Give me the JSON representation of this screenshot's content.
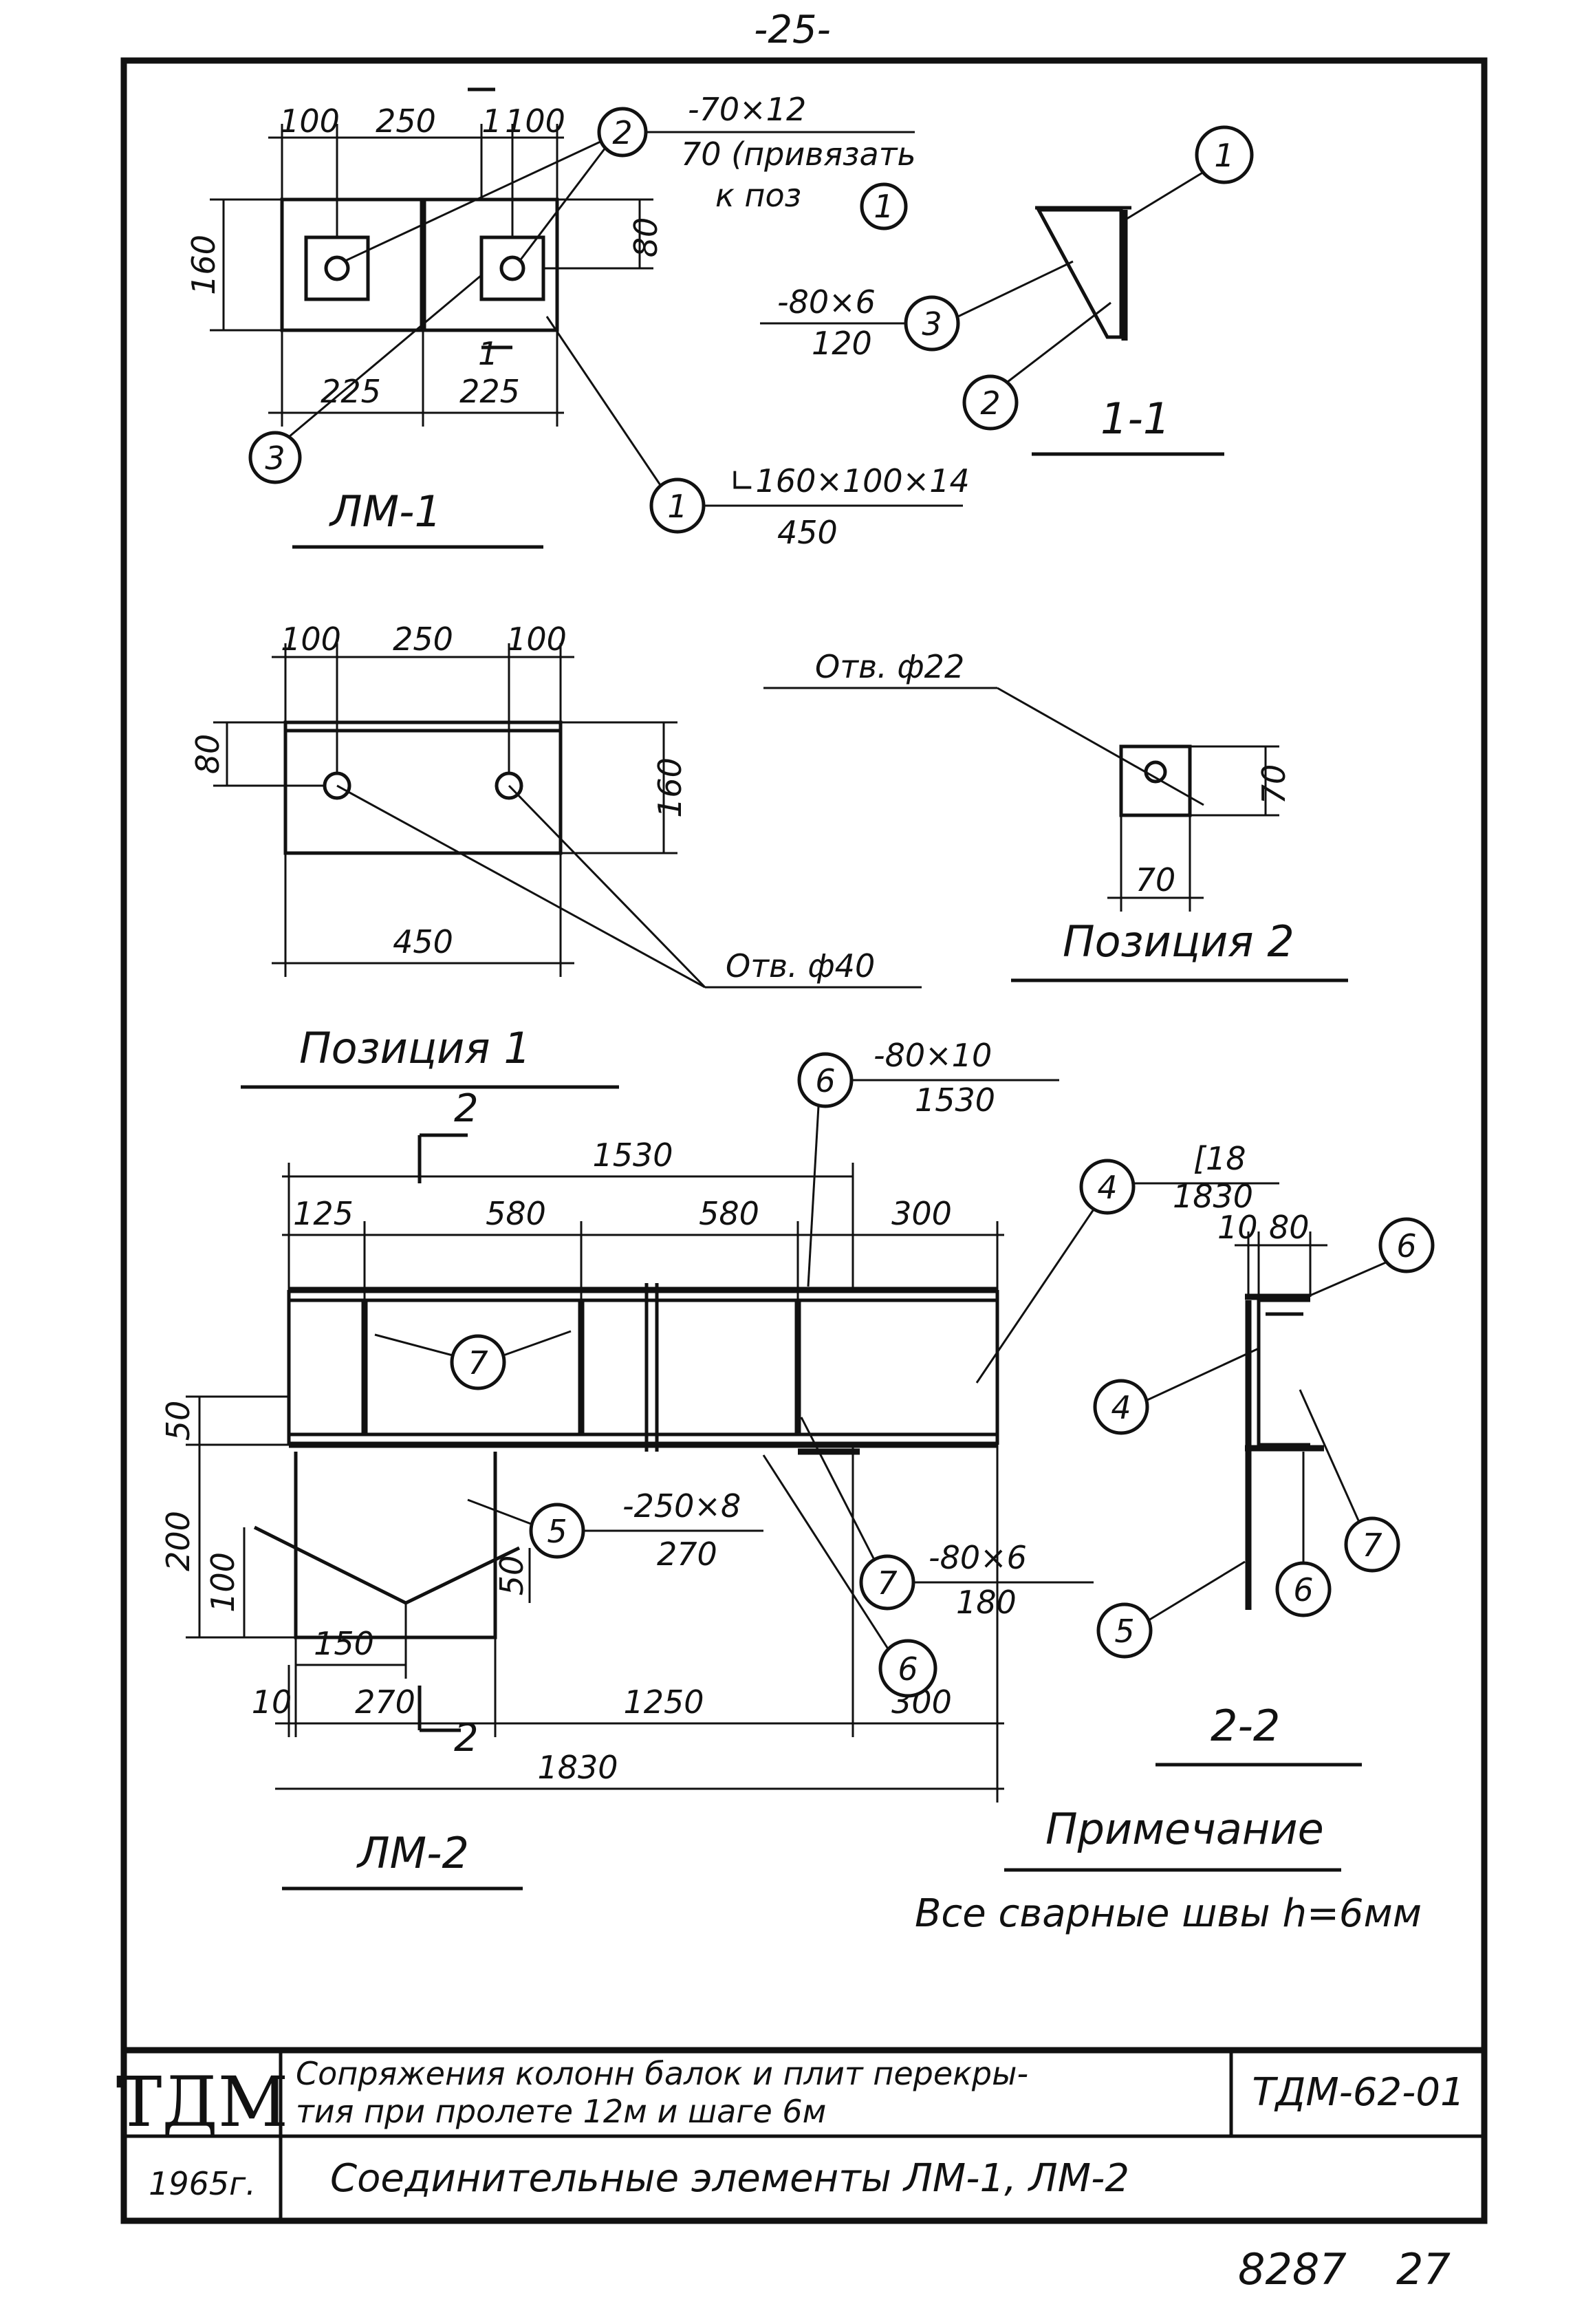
{
  "page_number": "-25-",
  "lm1": {
    "title": "ЛМ-1",
    "dim_top": [
      "100",
      "250",
      "1",
      "100"
    ],
    "dim_left": "160",
    "dim_right": "80",
    "dim_bottom": [
      "225",
      "225"
    ],
    "plate_spec": "-70×12",
    "plate_note_1": "70 (привязать",
    "plate_note_2": "к поз",
    "plate_note_ref": "1",
    "angle_spec": "∟160×100×14",
    "angle_len": "450",
    "bubbles": [
      "2",
      "3",
      "1"
    ],
    "section_mark": "1"
  },
  "section_1_1": {
    "title": "1-1",
    "spec": "-80×6",
    "len": "120",
    "bubbles": [
      "1",
      "3",
      "2"
    ]
  },
  "pos1": {
    "title": "Позиция 1",
    "dim_top": [
      "100",
      "250",
      "100"
    ],
    "dim_left": "80",
    "dim_right": "160",
    "dim_bottom": "450",
    "hole_label": "Отв. ф40"
  },
  "pos2": {
    "title": "Позиция 2",
    "hole_label": "Отв. ф22",
    "dim_right": "70",
    "dim_bottom": "70"
  },
  "lm2": {
    "title": "ЛМ-2",
    "section_mark": "2",
    "dim_top_total": "1530",
    "dim_top": [
      "125",
      "580",
      "580",
      "300"
    ],
    "dim_left": [
      "50",
      "200",
      "100"
    ],
    "dim_right_small": "50",
    "dim_150": "150",
    "dim_bottom": [
      "10",
      "270",
      "1250",
      "300"
    ],
    "dim_bottom_total": "1830",
    "spec6": "-80×10",
    "len6": "1530",
    "spec5": "-250×8",
    "len5": "270",
    "spec7": "-80×6",
    "len7": "180",
    "bubbles": [
      "6",
      "7",
      "5",
      "7",
      "6",
      "4"
    ]
  },
  "section_2_2": {
    "title": "2-2",
    "channel_spec": "[18",
    "channel_len": "1830",
    "dim_10": "10",
    "dim_80": "80",
    "bubbles": [
      "4",
      "6",
      "7",
      "6",
      "5"
    ]
  },
  "note": {
    "heading": "Примечание",
    "text": "Все сварные швы h=6мм"
  },
  "title_block": {
    "logo": "ТДМ",
    "year": "1965г.",
    "description_line1": "Сопряжения колонн балок и плит перекры-",
    "description_line2": "тия при пролете 12м и шаге 6м",
    "code": "ТДМ-62-01",
    "sheet_title": "Соединительные элементы ЛМ-1, ЛМ-2"
  },
  "bottom_numbers": [
    "8287",
    "27"
  ],
  "colors": {
    "ink": "#111111",
    "paper": "#ffffff"
  }
}
